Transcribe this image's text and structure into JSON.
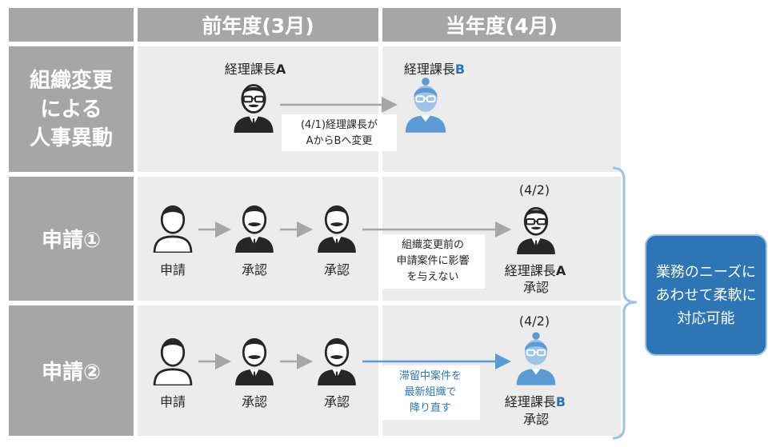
{
  "headers": {
    "prev_year": "前年度(3月)",
    "curr_year": "当年度(4月)"
  },
  "rows": {
    "reorg": {
      "label_lines": [
        "組織変更",
        "による",
        "人事異動"
      ]
    },
    "app1": {
      "label": "申請①"
    },
    "app2": {
      "label": "申請②"
    }
  },
  "reorg": {
    "manager_a": {
      "name": "経理課長",
      "letter": "A"
    },
    "manager_b": {
      "name": "経理課長",
      "letter": "B"
    },
    "note_lines": [
      "(4/1)経理課長が",
      "AからBへ変更"
    ]
  },
  "app1": {
    "applicant": "申請",
    "approver1": "承認",
    "approver2": "承認",
    "date": "(4/2)",
    "final_name": "経理課長",
    "final_letter": "A",
    "final_action": "承認",
    "note_lines": [
      "組織変更前の",
      "申請案件に影響",
      "を与えない"
    ]
  },
  "app2": {
    "applicant": "申請",
    "approver1": "承認",
    "approver2": "承認",
    "date": "(4/2)",
    "final_name": "経理課長",
    "final_letter": "B",
    "final_action": "承認",
    "note_lines": [
      "滞留中案件を",
      "最新組織で",
      "降り直す"
    ]
  },
  "callout_lines": [
    "業務のニーズに",
    "あわせて柔軟に",
    "対応可能"
  ],
  "colors": {
    "header_gray": "#a6a6a6",
    "cell_gray": "#ececec",
    "accent_blue": "#2e75b6",
    "arrow_gray": "#a6a6a6"
  }
}
